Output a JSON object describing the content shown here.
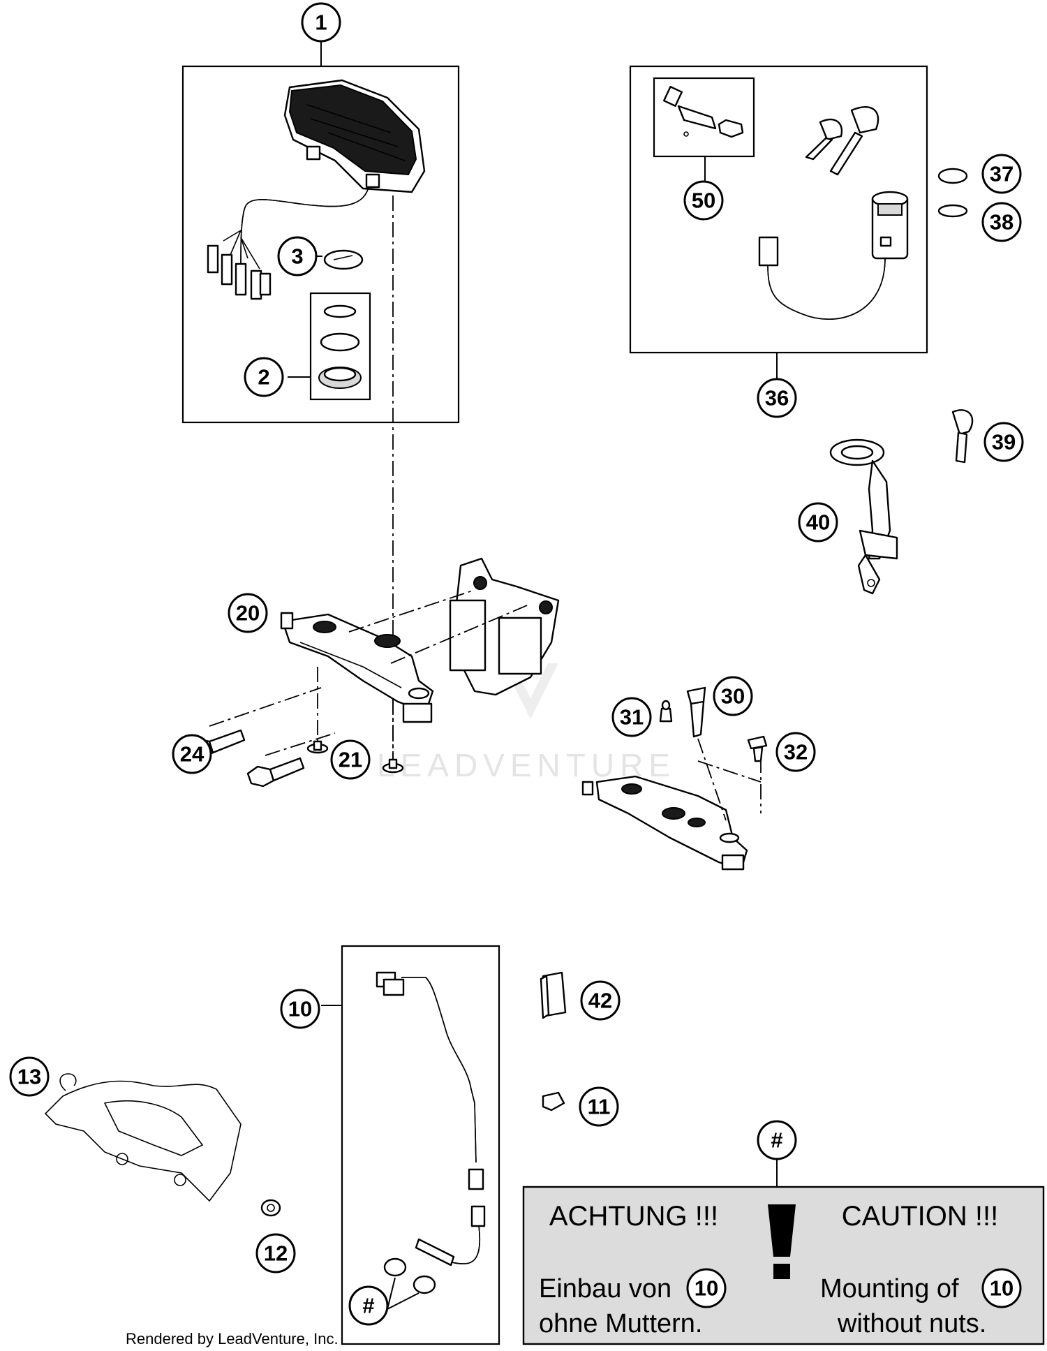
{
  "callouts": {
    "c1": "1",
    "c2": "2",
    "c3": "3",
    "c10": "10",
    "c11": "11",
    "c12": "12",
    "c13": "13",
    "c20": "20",
    "c21": "21",
    "c24": "24",
    "c30": "30",
    "c31": "31",
    "c32": "32",
    "c36": "36",
    "c37": "37",
    "c38": "38",
    "c39": "39",
    "c40": "40",
    "c42": "42",
    "c50": "50",
    "hash_top": "#",
    "hash_bottom": "#"
  },
  "watermark": "LEADVENTURE",
  "credit": "Rendered by LeadVenture, Inc.",
  "notice": {
    "title_de": "ACHTUNG !!!",
    "title_en": "CAUTION !!!",
    "line1_de": "Einbau von",
    "line2_de": "ohne Muttern.",
    "line1_en": "Mounting of",
    "line2_en": "without nuts.",
    "ref_de": "10",
    "ref_en": "10"
  }
}
